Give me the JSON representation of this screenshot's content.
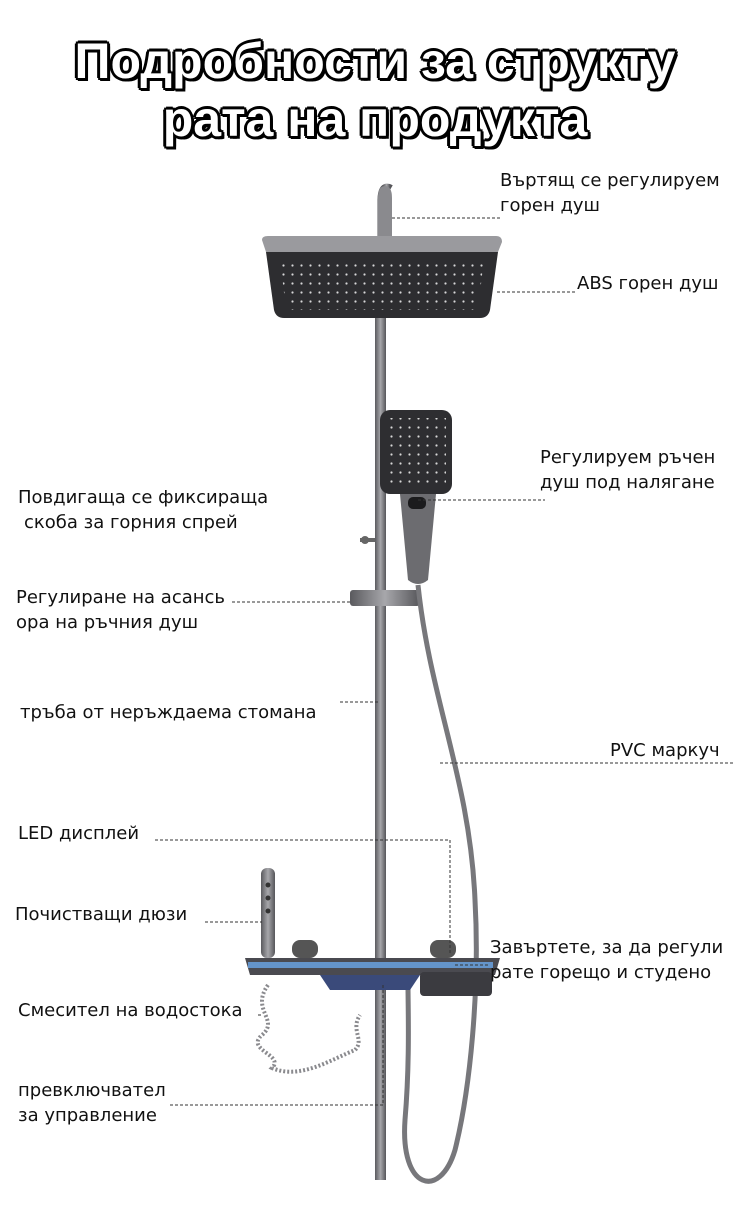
{
  "title": {
    "line1": "Подробности за структу",
    "line2": "рата на продукта"
  },
  "labels": {
    "rotating_top": [
      "Въртящ се регулируем",
      "горен душ"
    ],
    "abs_top": "ABS горен душ",
    "hand_shower": [
      "Регулируем ръчен",
      "душ под налягане"
    ],
    "lift_bracket": [
      "Повдигаща се фиксираща",
      "скоба за горния спрей"
    ],
    "height_adjust": [
      "Регулиране на асансь",
      "ора на ръчния душ"
    ],
    "steel_pipe": "тръба от неръждаема стомана",
    "pvc_hose": "PVC маркуч",
    "led": "LED дисплей",
    "nozzles": "Почистващи дюзи",
    "rotate_temp": [
      "Завъртете, за да регули",
      "рате горещо и студено"
    ],
    "drain_mixer": "Смесител на водостока",
    "control_switch": [
      "превключвател",
      "за управление"
    ]
  }
}
